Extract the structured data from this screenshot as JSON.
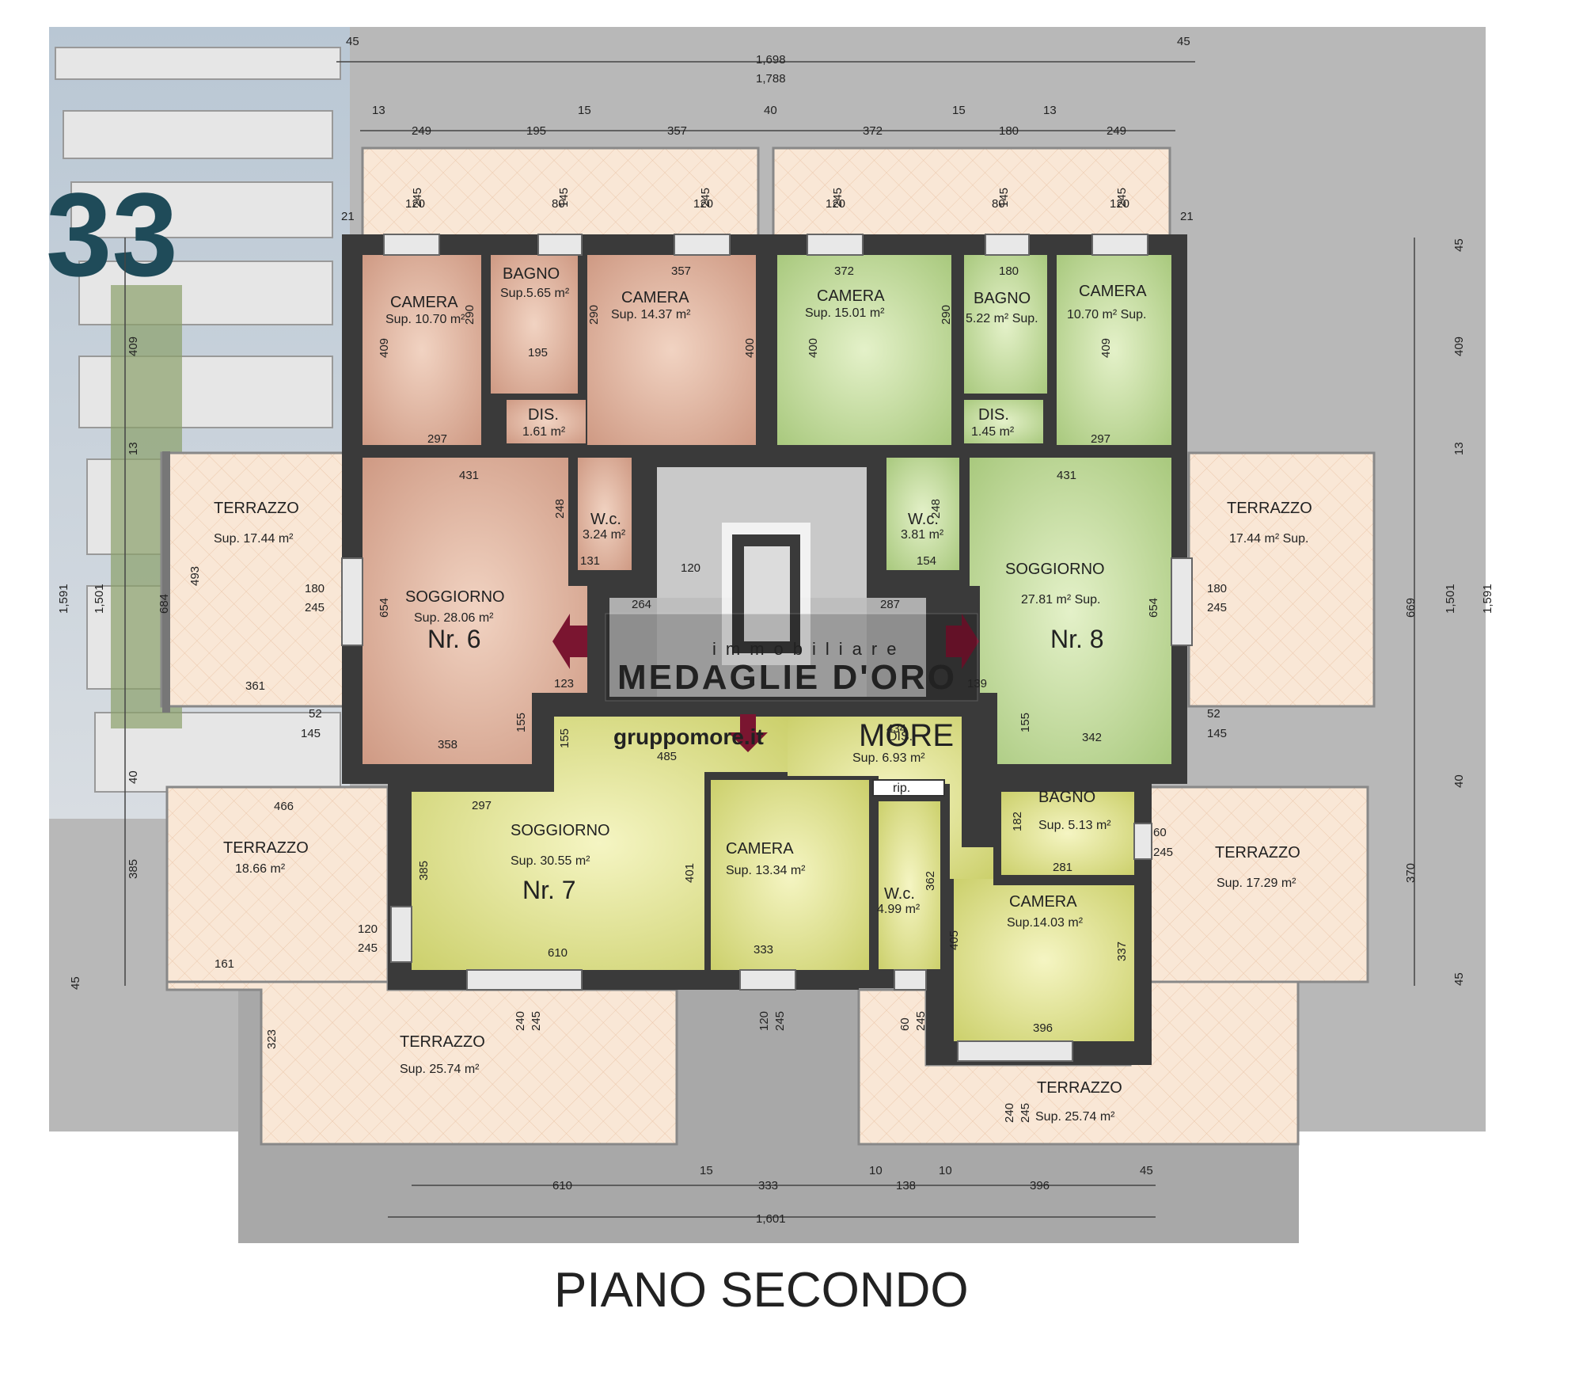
{
  "title": "PIANO SECONDO",
  "building_number": "33",
  "watermark": {
    "line1": "immobiliare",
    "line2": "MEDAGLIE D'ORO",
    "url": "gruppomore.it",
    "brand": "MORE"
  },
  "colors": {
    "apt6": "#d9a892",
    "apt7": "#dfe08e",
    "apt8": "#bcd695",
    "terrace": "#f9e7d6",
    "wall": "#3a3a3a"
  },
  "apartments": [
    {
      "id": "nr6",
      "label": "Nr. 6"
    },
    {
      "id": "nr7",
      "label": "Nr. 7"
    },
    {
      "id": "nr8",
      "label": "Nr. 8"
    }
  ],
  "rooms": {
    "camera_6a": {
      "name": "CAMERA",
      "sup": "Sup. 10.70 m²"
    },
    "bagno_6": {
      "name": "BAGNO",
      "sup": "Sup.5.65 m²"
    },
    "camera_6b": {
      "name": "CAMERA",
      "sup": "Sup. 14.37 m²"
    },
    "dis_6": {
      "name": "DIS.",
      "sup": "1.61 m²"
    },
    "wc_6": {
      "name": "W.c.",
      "sup": "3.24 m²"
    },
    "soggiorno_6": {
      "name": "SOGGIORNO",
      "sup": "Sup. 28.06 m²"
    },
    "camera_8a": {
      "name": "CAMERA",
      "sup": "Sup. 15.01 m²"
    },
    "bagno_8": {
      "name": "BAGNO",
      "sup": "5.22 m² Sup."
    },
    "camera_8b": {
      "name": "CAMERA",
      "sup": "10.70 m²  Sup."
    },
    "dis_8": {
      "name": "DIS.",
      "sup": "1.45 m²"
    },
    "wc_8": {
      "name": "W.c.",
      "sup": "3.81 m²"
    },
    "soggiorno_8": {
      "name": "SOGGIORNO",
      "sup": "27.81 m² Sup."
    },
    "soggiorno_7": {
      "name": "SOGGIORNO",
      "sup": "Sup. 30.55 m²"
    },
    "camera_7a": {
      "name": "CAMERA",
      "sup": "Sup. 13.34 m²"
    },
    "wc_7": {
      "name": "W.c.",
      "sup": "4.99 m²"
    },
    "dis_7": {
      "name": "DIS.",
      "sup": "Sup. 6.93 m²"
    },
    "rip_7": {
      "name": "rip."
    },
    "bagno_7": {
      "name": "BAGNO",
      "sup": "Sup. 5.13 m²"
    },
    "camera_7b": {
      "name": "CAMERA",
      "sup": "Sup.14.03 m²"
    }
  },
  "terraces": {
    "t_left_top": {
      "name": "TERRAZZO",
      "sup": "Sup. 17.44 m²"
    },
    "t_right_top": {
      "name": "TERRAZZO",
      "sup": "17.44 m² Sup."
    },
    "t_left_mid": {
      "name": "TERRAZZO",
      "sup": "18.66 m²"
    },
    "t_right_mid": {
      "name": "TERRAZZO",
      "sup": "Sup. 17.29 m²"
    },
    "t_bottom_left": {
      "name": "TERRAZZO",
      "sup": "Sup. 25.74 m²"
    },
    "t_bottom_right": {
      "name": "TERRAZZO",
      "sup": "Sup. 25.74 m²"
    }
  },
  "dimensions": {
    "top": [
      "45",
      "1,698",
      "1,788",
      "45",
      "13",
      "15",
      "40",
      "15",
      "13",
      "249",
      "195",
      "357",
      "372",
      "180",
      "249",
      "21",
      "21"
    ],
    "windows_top": [
      "120",
      "245",
      "80",
      "145",
      "120",
      "245",
      "120",
      "245",
      "80",
      "145",
      "120",
      "245"
    ],
    "interior": [
      "357",
      "372",
      "180",
      "290",
      "290",
      "195",
      "409",
      "400",
      "400",
      "290",
      "409",
      "297",
      "297",
      "431",
      "431",
      "248",
      "248",
      "131",
      "154",
      "120",
      "264",
      "287",
      "654",
      "654",
      "123",
      "139",
      "358",
      "342",
      "155",
      "155",
      "434",
      "485",
      "155",
      "297",
      "401",
      "385",
      "610",
      "333",
      "362",
      "182",
      "281",
      "405",
      "337",
      "396"
    ],
    "left": [
      "409",
      "13",
      "1,591",
      "1,501",
      "684",
      "493",
      "180",
      "245",
      "361",
      "52",
      "145",
      "40",
      "385",
      "45",
      "466",
      "161",
      "120",
      "245",
      "323"
    ],
    "right": [
      "45",
      "409",
      "13",
      "1,591",
      "1,501",
      "669",
      "180",
      "245",
      "52",
      "145",
      "40",
      "370",
      "45",
      "60",
      "245"
    ],
    "bottom": [
      "240",
      "245",
      "120",
      "245",
      "60",
      "245",
      "240",
      "245",
      "610",
      "15",
      "333",
      "10",
      "138",
      "10",
      "396",
      "45",
      "1,601"
    ]
  }
}
